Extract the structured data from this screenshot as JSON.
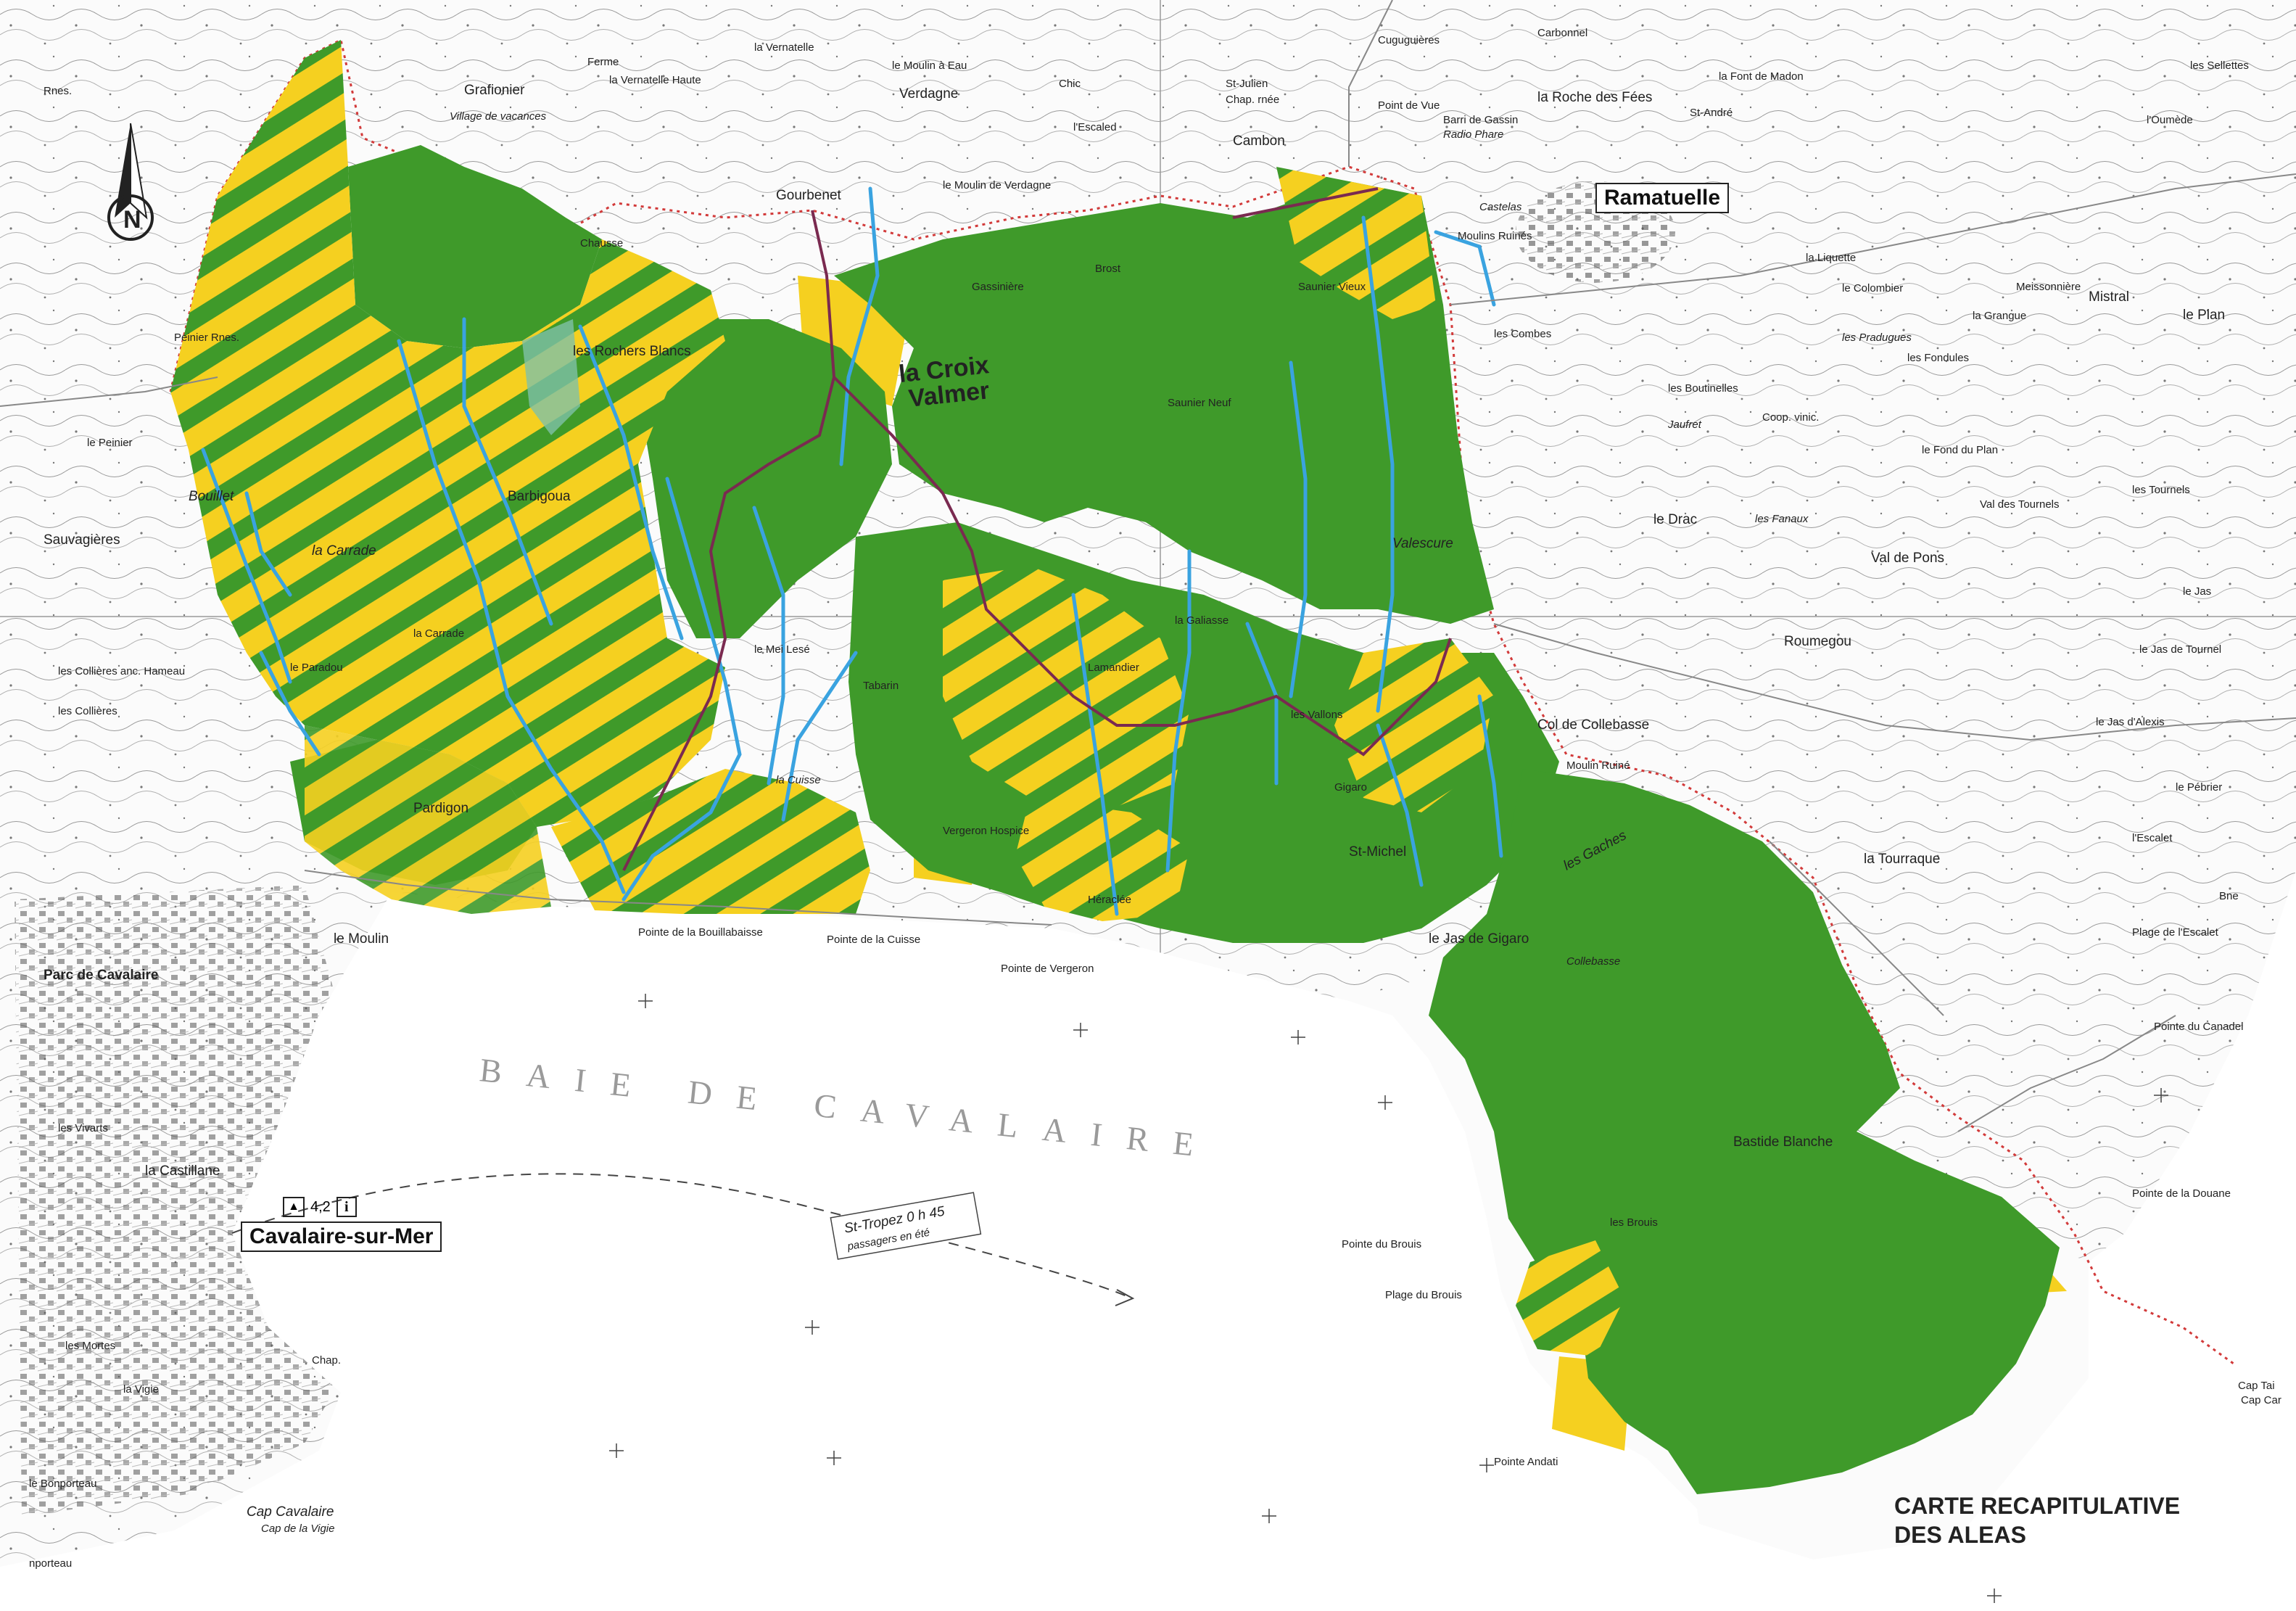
{
  "title": {
    "line1": "CARTE RECAPITULATIVE",
    "line2": "DES ALEAS"
  },
  "colors": {
    "green": "#3f9a2a",
    "yellow": "#f5d020",
    "water": "#3aa3e0",
    "boundary": "#d23a3a",
    "road": "#7a2a50",
    "relief": "#8c8c8c"
  },
  "icons": {
    "north_arrow": "north-arrow-icon",
    "info": "info-icon",
    "camping": "camping-icon"
  },
  "towns": {
    "croix": "la Croix Valmer",
    "ramatuelle": "Ramatuelle",
    "cavalaire": "Cavalaire-sur-Mer"
  },
  "bay": "BAIE DE CAVALAIRE",
  "ferry": {
    "line1": "St-Tropez 0 h 45",
    "line2": "passagers en été"
  },
  "badges": {
    "cavalaire_code": "4,2"
  },
  "places": {
    "cuguguieres": "Cuguguières",
    "carbonnel": "Carbonnel",
    "font_madon": "la Font de Madon",
    "sellettes": "les Sellettes",
    "rnes": "Rnes.",
    "ferme": "Ferme",
    "vernatelle": "la Vernatelle",
    "vernatelle_haute": "la Vernatelle Haute",
    "moulin_eau": "le Moulin à Eau",
    "chic": "Chic",
    "st_julien": "St-Julien",
    "chap_rnee": "Chap. rnée",
    "roche_fees": "la Roche des Fées",
    "st_andre": "St-André",
    "oumede": "l'Oumède",
    "grafionier": "Grafionier",
    "village_vac": "Village de vacances",
    "verdagne": "Verdagne",
    "lescaled": "l'Escaled",
    "cambon": "Cambon",
    "barri_gassin": "Barri de Gassin",
    "radio_phare": "Radio Phare",
    "point_vue": "Point de Vue",
    "gourbenet": "Gourbenet",
    "moulin_verdagne": "le Moulin de Verdagne",
    "castelas": "Castelas",
    "moulins_ruines": "Moulins Ruinés",
    "chausse": "Chausse",
    "brost": "Brost",
    "gassiniere": "Gassinière",
    "saunier_vieux": "Saunier Vieux",
    "liquette": "la Liquette",
    "colombier": "le Colombier",
    "meissonniere": "Meissonnière",
    "mistral": "Mistral",
    "grangue": "la Grangue",
    "le_plan": "le Plan",
    "cambes": "les Combes",
    "pradugues": "les Pradugues",
    "fondules": "les Fondules",
    "peinier_rnes": "Peinier Rnes.",
    "rochers_blancs": "les Rochers Blancs",
    "boutinelles": "les Boutinelles",
    "jaufret": "Jaufret",
    "coop_vinic": "Coop. vinic.",
    "le_peinier": "le Peinier",
    "saunier_neuf": "Saunier Neuf",
    "fond_plan": "le Fond du Plan",
    "les_tournels": "les Tournels",
    "bouillet": "Bouillet",
    "barbigoua": "Barbigoua",
    "le_drac": "le Drac",
    "fanaux": "les Fanaux",
    "val_tournels": "Val des Tournels",
    "sauvagieres": "Sauvagières",
    "la_carrade": "la Carrade",
    "valescure": "Valescure",
    "val_pons": "Val de Pons",
    "le_jas": "le Jas",
    "la_carrade2": "la Carrade",
    "colliere_hameau": "les Collières anc. Hameau",
    "le_paradou": "le Paradou",
    "les_collieres": "les Collières",
    "mei_lese": "le Mei Lesé",
    "tabarin": "Tabarin",
    "la_galiasse": "la Galiasse",
    "lamandier": "Lamandier",
    "roumegou": "Roumegou",
    "jas_tournel": "le Jas de Tournel",
    "les_vallons": "les Vallons",
    "col_collebasse": "Col de Collebasse",
    "moulin_ruine": "Moulin Ruiné",
    "jas_alexis": "le Jas d'Alexis",
    "la_cuisse": "la Cuisse",
    "vergeron_hospice": "Vergeron Hospice",
    "gigaro": "Gigaro",
    "le_pebrier": "le Pébrier",
    "pardigon": "Pardigon",
    "st_michel": "St-Michel",
    "tourraque": "la Tourraque",
    "lescalet": "l'Escalet",
    "les_gaches": "les Gaches",
    "le_moulin": "le Moulin",
    "heraclee": "Héraclée",
    "plage_escalet": "Plage de l'Escalet",
    "pte_bouillabaisse": "Pointe de la Bouillabaisse",
    "pte_cuisse": "Pointe de la Cuisse",
    "pte_vergeron": "Pointe de Vergeron",
    "parc_cavalaire": "Parc de Cavalaire",
    "jas_gigaro": "le Jas de Gigaro",
    "collebasse": "Collebasse",
    "pte_canadel": "Pointe du Canadel",
    "les_vivarts": "les Vivarts",
    "bastide_blanche": "Bastide Blanche",
    "la_castillane": "la Castillane",
    "pte_douane": "Pointe de la Douane",
    "pte_brouis": "Pointe du Brouis",
    "les_brouis": "les Brouis",
    "plage_brouis": "Plage du Brouis",
    "les_mortes": "les Mortes",
    "la_vigie": "la Vigie",
    "chap": "Chap.",
    "cap_taillat": "Cap Tai",
    "cap_cartaya": "Cap Car",
    "bonporteau": "le Bonporteau",
    "pte_andati": "Pointe Andati",
    "cap_cavalaire": "Cap Cavalaire",
    "cap_vigie": "Cap de la Vigie",
    "bonporteau2": "nporteau",
    "bne": "Bne"
  }
}
